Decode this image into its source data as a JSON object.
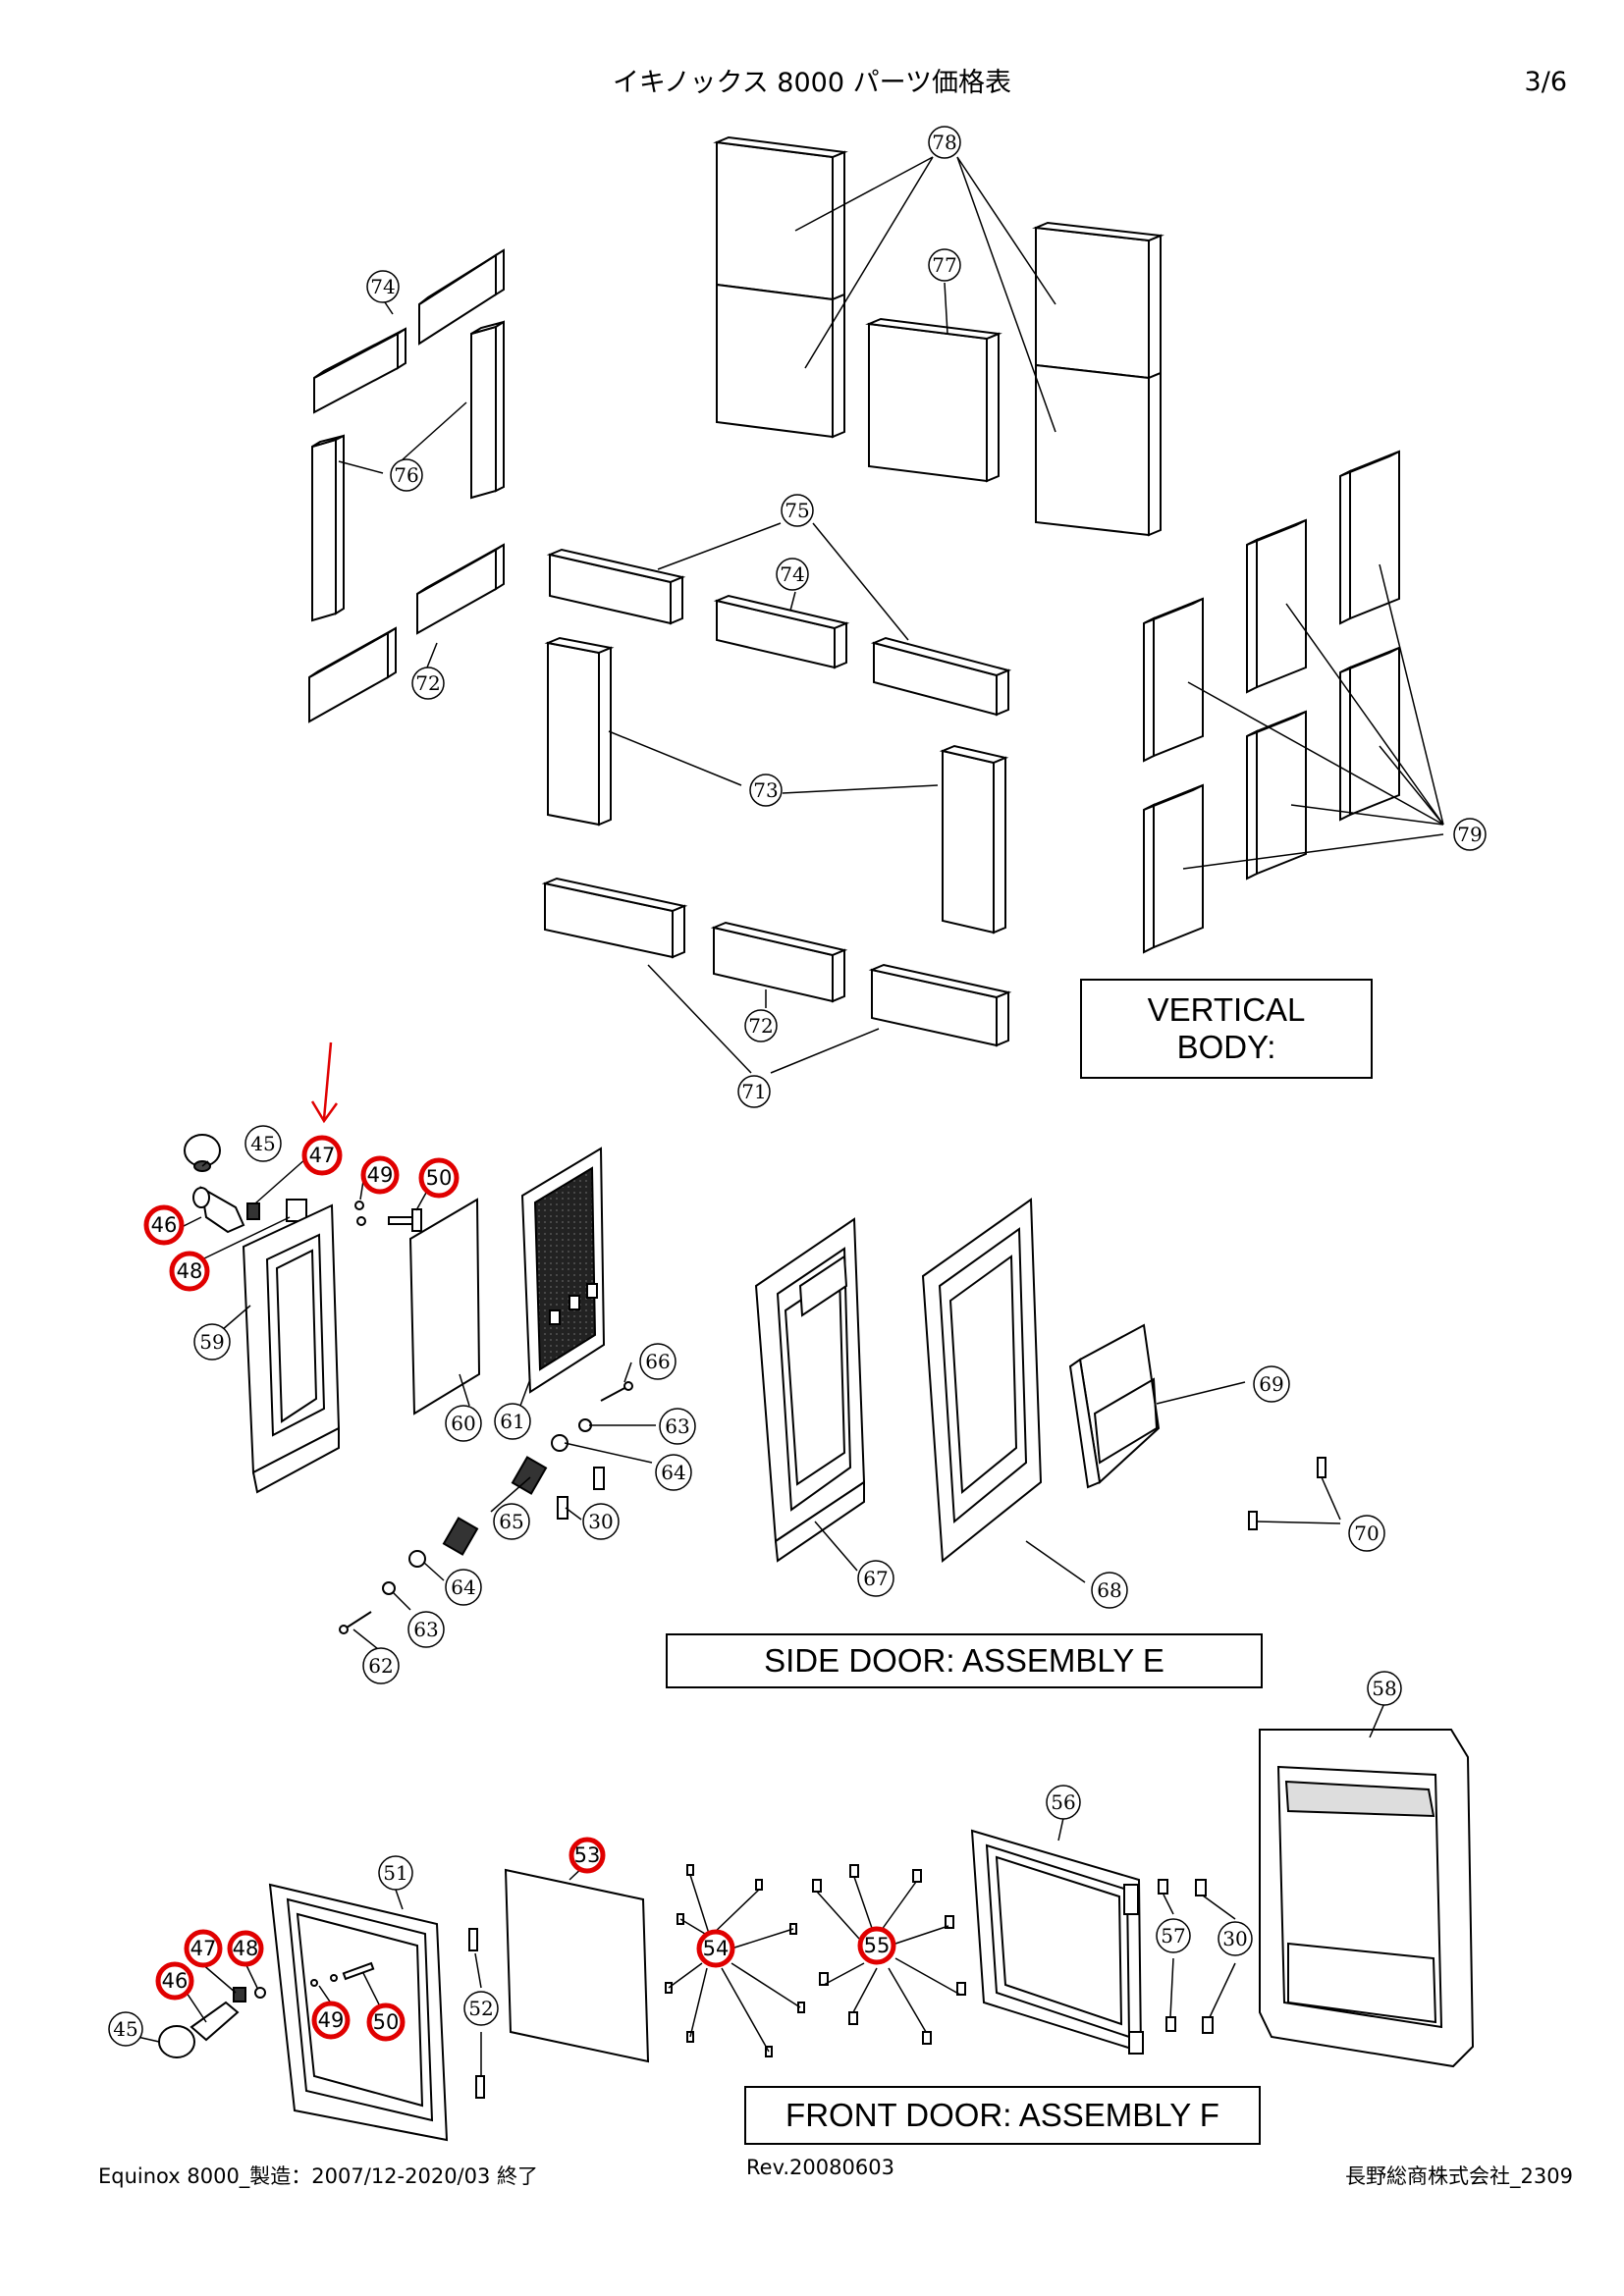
{
  "header": {
    "title": "イキノックス 8000 パーツ価格表",
    "page": "3/6"
  },
  "sections": {
    "vertical_body": "VERTICAL BODY:",
    "side_door": "SIDE DOOR: ASSEMBLY E",
    "front_door": "FRONT DOOR: ASSEMBLY F"
  },
  "part_numbers": {
    "vertical_body": [
      "78",
      "77",
      "74",
      "76",
      "75",
      "74",
      "72",
      "73",
      "79",
      "72",
      "71"
    ],
    "side_door": [
      "45",
      "47",
      "49",
      "50",
      "46",
      "48",
      "59",
      "60",
      "61",
      "66",
      "63",
      "64",
      "65",
      "30",
      "64",
      "63",
      "62",
      "67",
      "68",
      "69",
      "70"
    ],
    "front_door": [
      "58",
      "56",
      "51",
      "53",
      "54",
      "55",
      "57",
      "30",
      "47",
      "48",
      "46",
      "52",
      "49",
      "50",
      "45"
    ]
  },
  "highlighted_parts": [
    "46",
    "47",
    "48",
    "49",
    "50",
    "53",
    "54",
    "55"
  ],
  "colors": {
    "highlight": "#e00000",
    "arrow": "#e00000",
    "line": "#000000"
  },
  "footer": {
    "left": "Equinox 8000_製造：2007/12-2020/03 終了",
    "center": "Rev.20080603",
    "right": "長野総商株式会社_2309"
  }
}
